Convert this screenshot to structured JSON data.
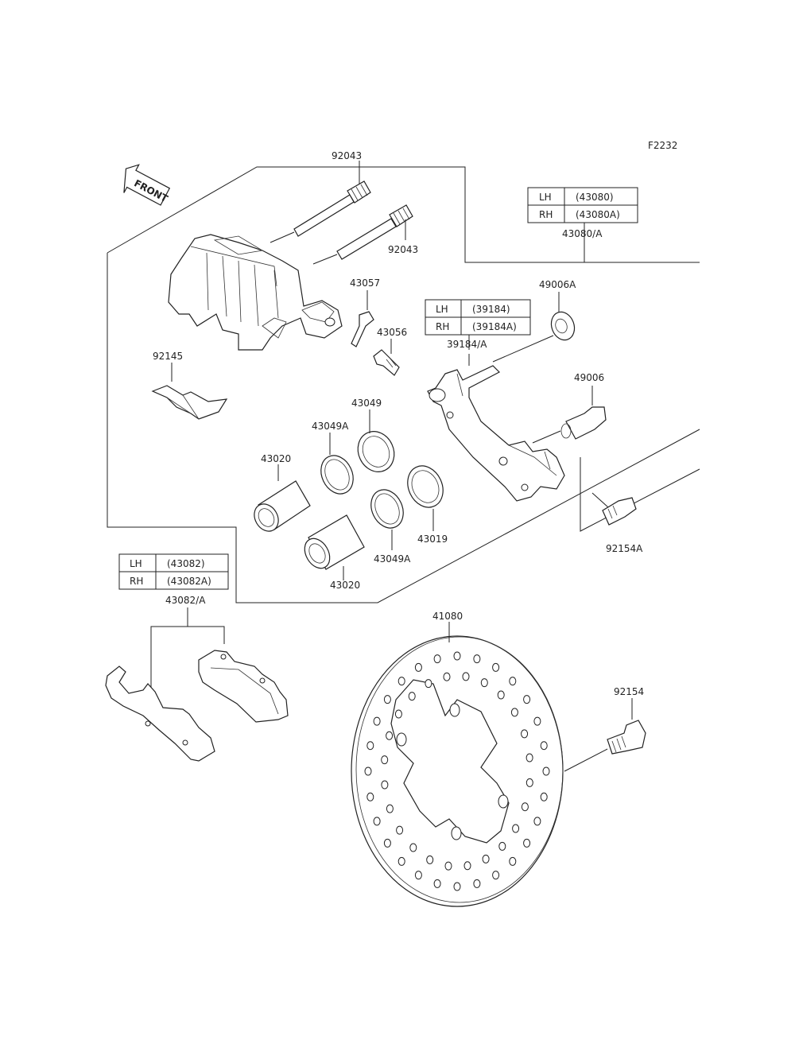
{
  "diagram_code": "F2232",
  "front_label": "FRONT",
  "labels": {
    "p92043_top": "92043",
    "p92043_mid": "92043",
    "p43057": "43057",
    "p43056": "43056",
    "p92145": "92145",
    "p43049_top": "43049",
    "p43049A_top": "43049A",
    "p43020_top": "43020",
    "p43019": "43019",
    "p43049A_bot": "43049A",
    "p43020_bot": "43020",
    "p49006A": "49006A",
    "p39184": "39184/A",
    "p49006": "49006",
    "p92154A": "92154A",
    "p43080": "43080/A",
    "p43082": "43082/A",
    "p41080": "41080",
    "p92154": "92154"
  },
  "tables": {
    "caliper": {
      "rows": [
        {
          "side": "LH",
          "part": "(43080)"
        },
        {
          "side": "RH",
          "part": "(43080A)"
        }
      ]
    },
    "bracket": {
      "rows": [
        {
          "side": "LH",
          "part": "(39184)"
        },
        {
          "side": "RH",
          "part": "(39184A)"
        }
      ]
    },
    "pads": {
      "rows": [
        {
          "side": "LH",
          "part": "(43082)"
        },
        {
          "side": "RH",
          "part": "(43082A)"
        }
      ]
    }
  }
}
